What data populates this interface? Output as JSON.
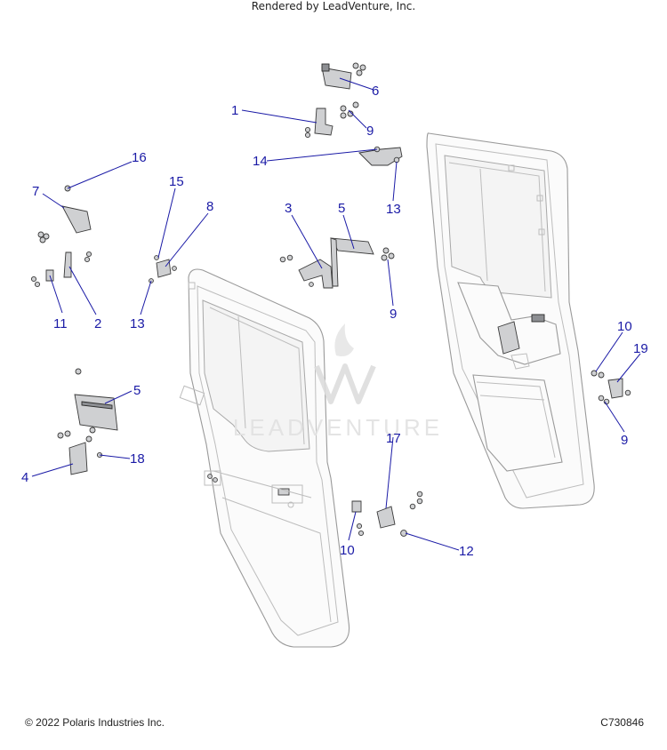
{
  "footer": {
    "copyright": "© 2022 Polaris Industries Inc.",
    "drawing_id": "C730846",
    "rendered_by": "Rendered by LeadVenture, Inc."
  },
  "watermark": {
    "text": "LEADVENTURE"
  },
  "callouts": {
    "c1": "1",
    "c2": "2",
    "c3": "3",
    "c4": "4",
    "c5a": "5",
    "c5b": "5",
    "c6": "6",
    "c7": "7",
    "c8": "8",
    "c9a": "9",
    "c9b": "9",
    "c9c": "9",
    "c10a": "10",
    "c10b": "10",
    "c11": "11",
    "c12": "12",
    "c13a": "13",
    "c13b": "13",
    "c14": "14",
    "c15": "15",
    "c16": "16",
    "c17": "17",
    "c18": "18",
    "c19": "19"
  },
  "colors": {
    "callout": "#1a1aa6",
    "part": "#cfd0d2",
    "door_outline": "#9a9a9a"
  }
}
